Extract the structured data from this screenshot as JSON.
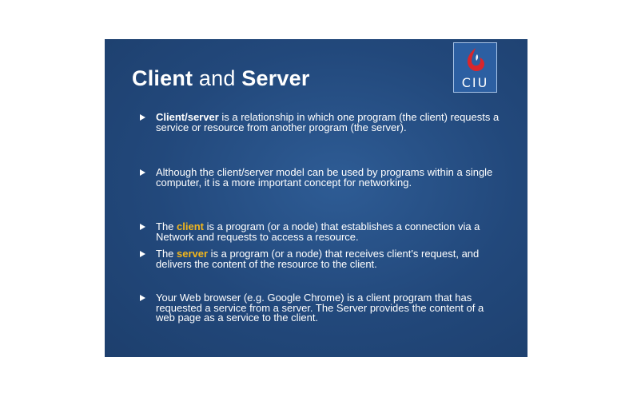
{
  "slide": {
    "title_part1": "Client",
    "title_part2": " and ",
    "title_part3": "Server",
    "logo_text": "CIU",
    "colors": {
      "background": "#22487b",
      "highlight": "#f2b61c",
      "logo_background": "#2c5fa2",
      "logo_mark": "#d9262c"
    },
    "bullets": [
      {
        "bold": "Client/server",
        "text": " is a relationship in which one program (the client) requests a service or resource from another program (the server)."
      },
      {
        "text": "Although the client/server model can be used by programs within a single computer, it is a more important concept for networking."
      },
      {
        "prefix": "The ",
        "highlight": "client",
        "text": " is a program (or a node) that establishes a connection via a Network and requests to access a resource."
      },
      {
        "prefix": "The ",
        "highlight": "server",
        "text": " is a program (or a node) that receives client's request, and delivers the content of the resource to the client."
      },
      {
        "text": "Your Web browser (e.g. Google Chrome) is a client program that has requested a service from a server. The Server provides the content of a web page as a service to the client."
      }
    ]
  }
}
